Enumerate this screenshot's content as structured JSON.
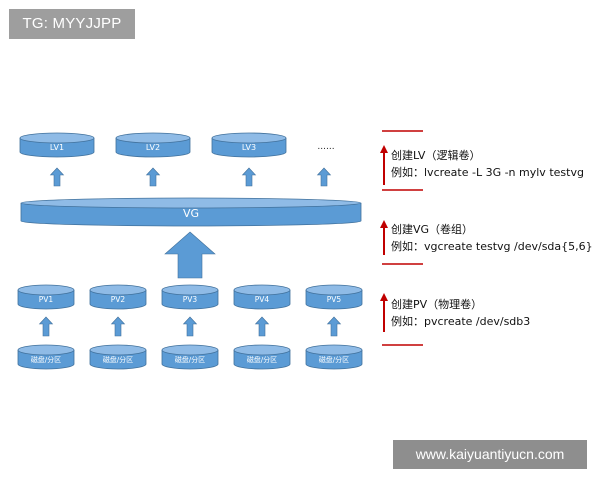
{
  "watermark_top": "TG: MYYJJPP",
  "watermark_bottom": "www.kaiyuantiyucn.com",
  "colors": {
    "node_fill": "#5b9bd5",
    "node_top": "#8fbbe6",
    "node_stroke": "#41719c",
    "arrow_fill": "#5b9bd5",
    "legend_line": "#c00000",
    "legend_arrow": "#c00000"
  },
  "lv_row": {
    "labels": [
      "LV1",
      "LV2",
      "LV3"
    ],
    "ellipsis": "......"
  },
  "vg": {
    "label": "VG"
  },
  "pv_row": {
    "labels": [
      "PV1",
      "PV2",
      "PV3",
      "PV4",
      "PV5"
    ]
  },
  "disk_row": {
    "labels": [
      "磁盘/分区",
      "磁盘/分区",
      "磁盘/分区",
      "磁盘/分区",
      "磁盘/分区"
    ]
  },
  "legend": [
    {
      "title": "创建LV（逻辑卷）",
      "example": "例如：lvcreate -L 3G -n mylv testvg"
    },
    {
      "title": "创建VG（卷组）",
      "example": "例如：vgcreate testvg /dev/sda{5,6}"
    },
    {
      "title": "创建PV（物理卷）",
      "example": "例如：pvcreate /dev/sdb3"
    }
  ]
}
